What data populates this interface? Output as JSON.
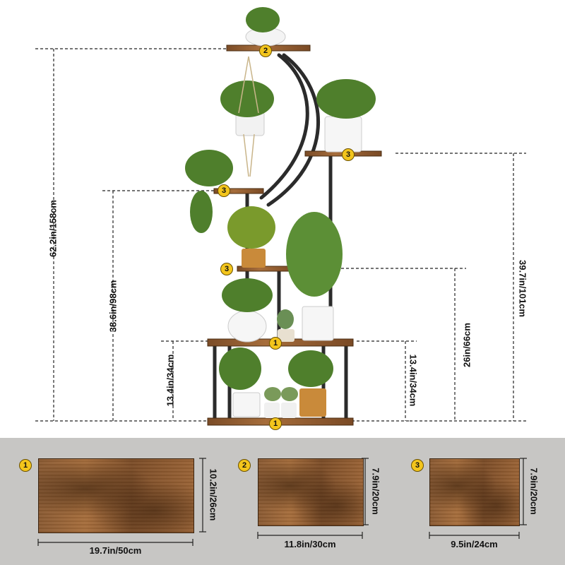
{
  "dimensions": {
    "total_height": "62.2in/158cm",
    "mid_shelf_height": "38.6in/98cm",
    "bottom_gap_left": "13.4in/34cm",
    "bottom_gap_right": "13.4in/34cm",
    "tier_height": "26in/66cm",
    "right_shelf_height": "39.7in/101cm"
  },
  "shelf_badges": {
    "top": "2",
    "right": "3",
    "left": "3",
    "middle": "3",
    "lower": "1",
    "bottom": "1"
  },
  "panels": [
    {
      "badge": "1",
      "width": "19.7in/50cm",
      "depth": "10.2in/26cm"
    },
    {
      "badge": "2",
      "width": "11.8in/30cm",
      "depth": "7.9in/20cm"
    },
    {
      "badge": "3",
      "width": "9.5in/24cm",
      "depth": "7.9in/20cm"
    }
  ],
  "colors": {
    "wood": "#8a5a32",
    "frame": "#2b2b2b",
    "badge": "#f3c51c",
    "panel_bg": "#c7c6c4"
  }
}
